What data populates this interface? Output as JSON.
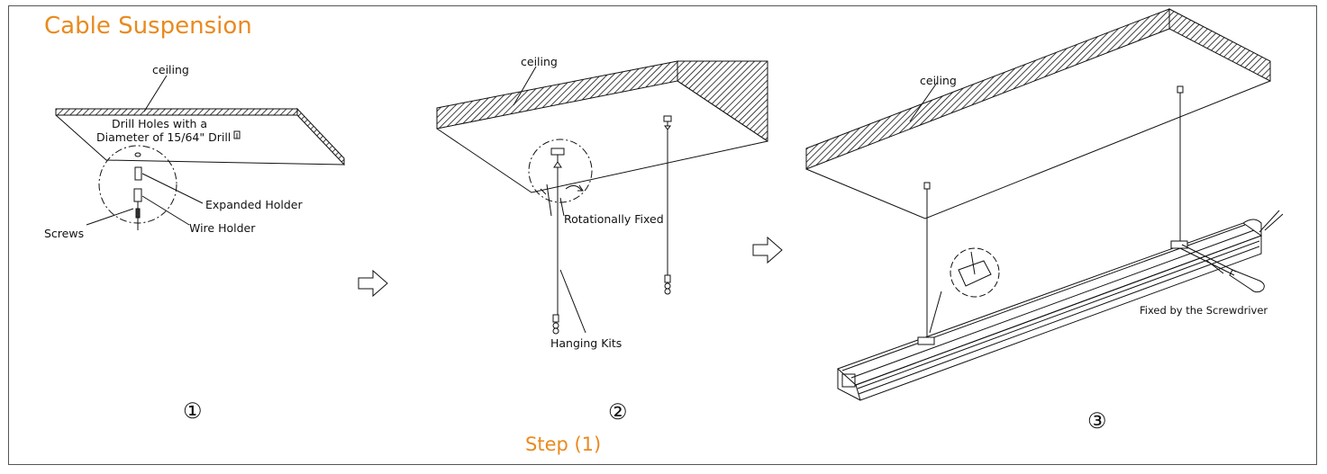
{
  "title": "Cable Suspension",
  "step_label": "Step (1)",
  "colors": {
    "accent": "#e98a1f",
    "line": "#111111"
  },
  "panels": [
    {
      "number": "①",
      "labels": {
        "ceiling": "ceiling",
        "drill_line1": "Drill Holes with a",
        "drill_line2": "Diameter of 15/64\" Drill",
        "expanded_holder": "Expanded Holder",
        "wire_holder": "Wire Holder",
        "screws": "Screws"
      }
    },
    {
      "number": "②",
      "labels": {
        "ceiling": "ceiling",
        "rotationally_fixed": "Rotationally Fixed",
        "hanging_kits": "Hanging Kits"
      }
    },
    {
      "number": "③",
      "labels": {
        "ceiling": "ceiling",
        "fixed_by_screwdriver": "Fixed by the Screwdriver"
      }
    }
  ]
}
